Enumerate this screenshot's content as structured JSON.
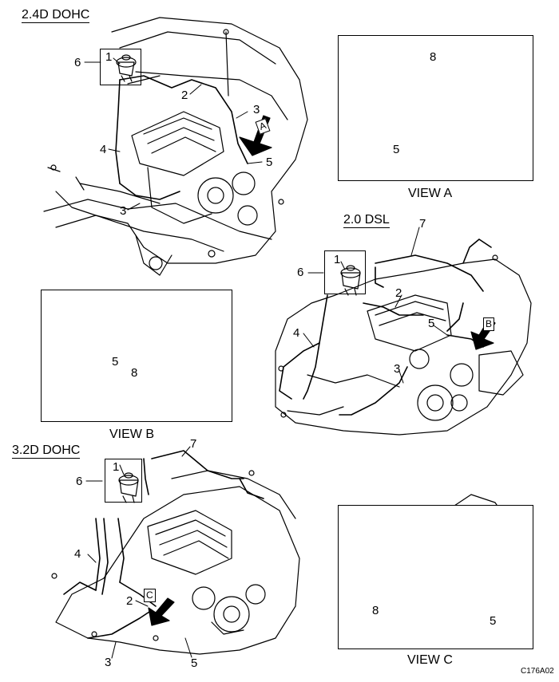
{
  "sections": {
    "dohc24": "2.4D DOHC",
    "dsl20": "2.0 DSL",
    "dohc32": "3.2D DOHC"
  },
  "views": {
    "a": "VIEW A",
    "b": "VIEW B",
    "c": "VIEW C"
  },
  "arrow_letters": {
    "a": "A",
    "b": "B",
    "c": "C"
  },
  "figure_code": "C176A02",
  "callouts": {
    "one": "1",
    "two": "2",
    "three": "3",
    "four": "4",
    "five": "5",
    "six": "6",
    "seven": "7",
    "eight": "8"
  }
}
